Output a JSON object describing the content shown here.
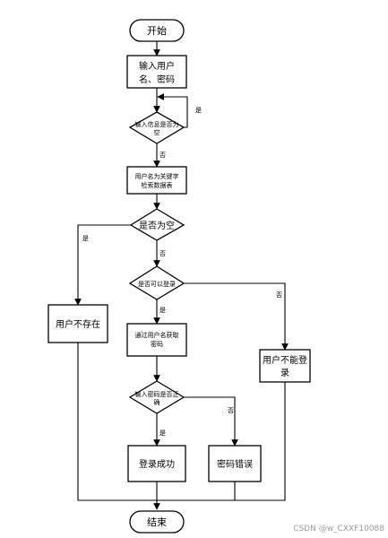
{
  "nodes": {
    "start": "开始",
    "input_line1": "输入用户",
    "input_line2": "名、密码",
    "check_empty_line1": "输入信息是否为",
    "check_empty_line2": "空",
    "search_line1": "用户名为关键字",
    "search_line2": "检索数据表",
    "is_null": "是否为空",
    "user_not_exist": "用户不存在",
    "can_login": "是否可以登录",
    "get_pwd_line1": "通过用户名获取",
    "get_pwd_line2": "密码",
    "pwd_match_line1": "输入密码是否正",
    "pwd_match_line2": "确",
    "cannot_login_line1": "用户不能登",
    "cannot_login_line2": "录",
    "login_success": "登录成功",
    "pwd_error": "密码错误",
    "end": "结束"
  },
  "edge_labels": {
    "yes": "是",
    "no": "否"
  },
  "watermark": "CSDN @w_CXXF10088"
}
